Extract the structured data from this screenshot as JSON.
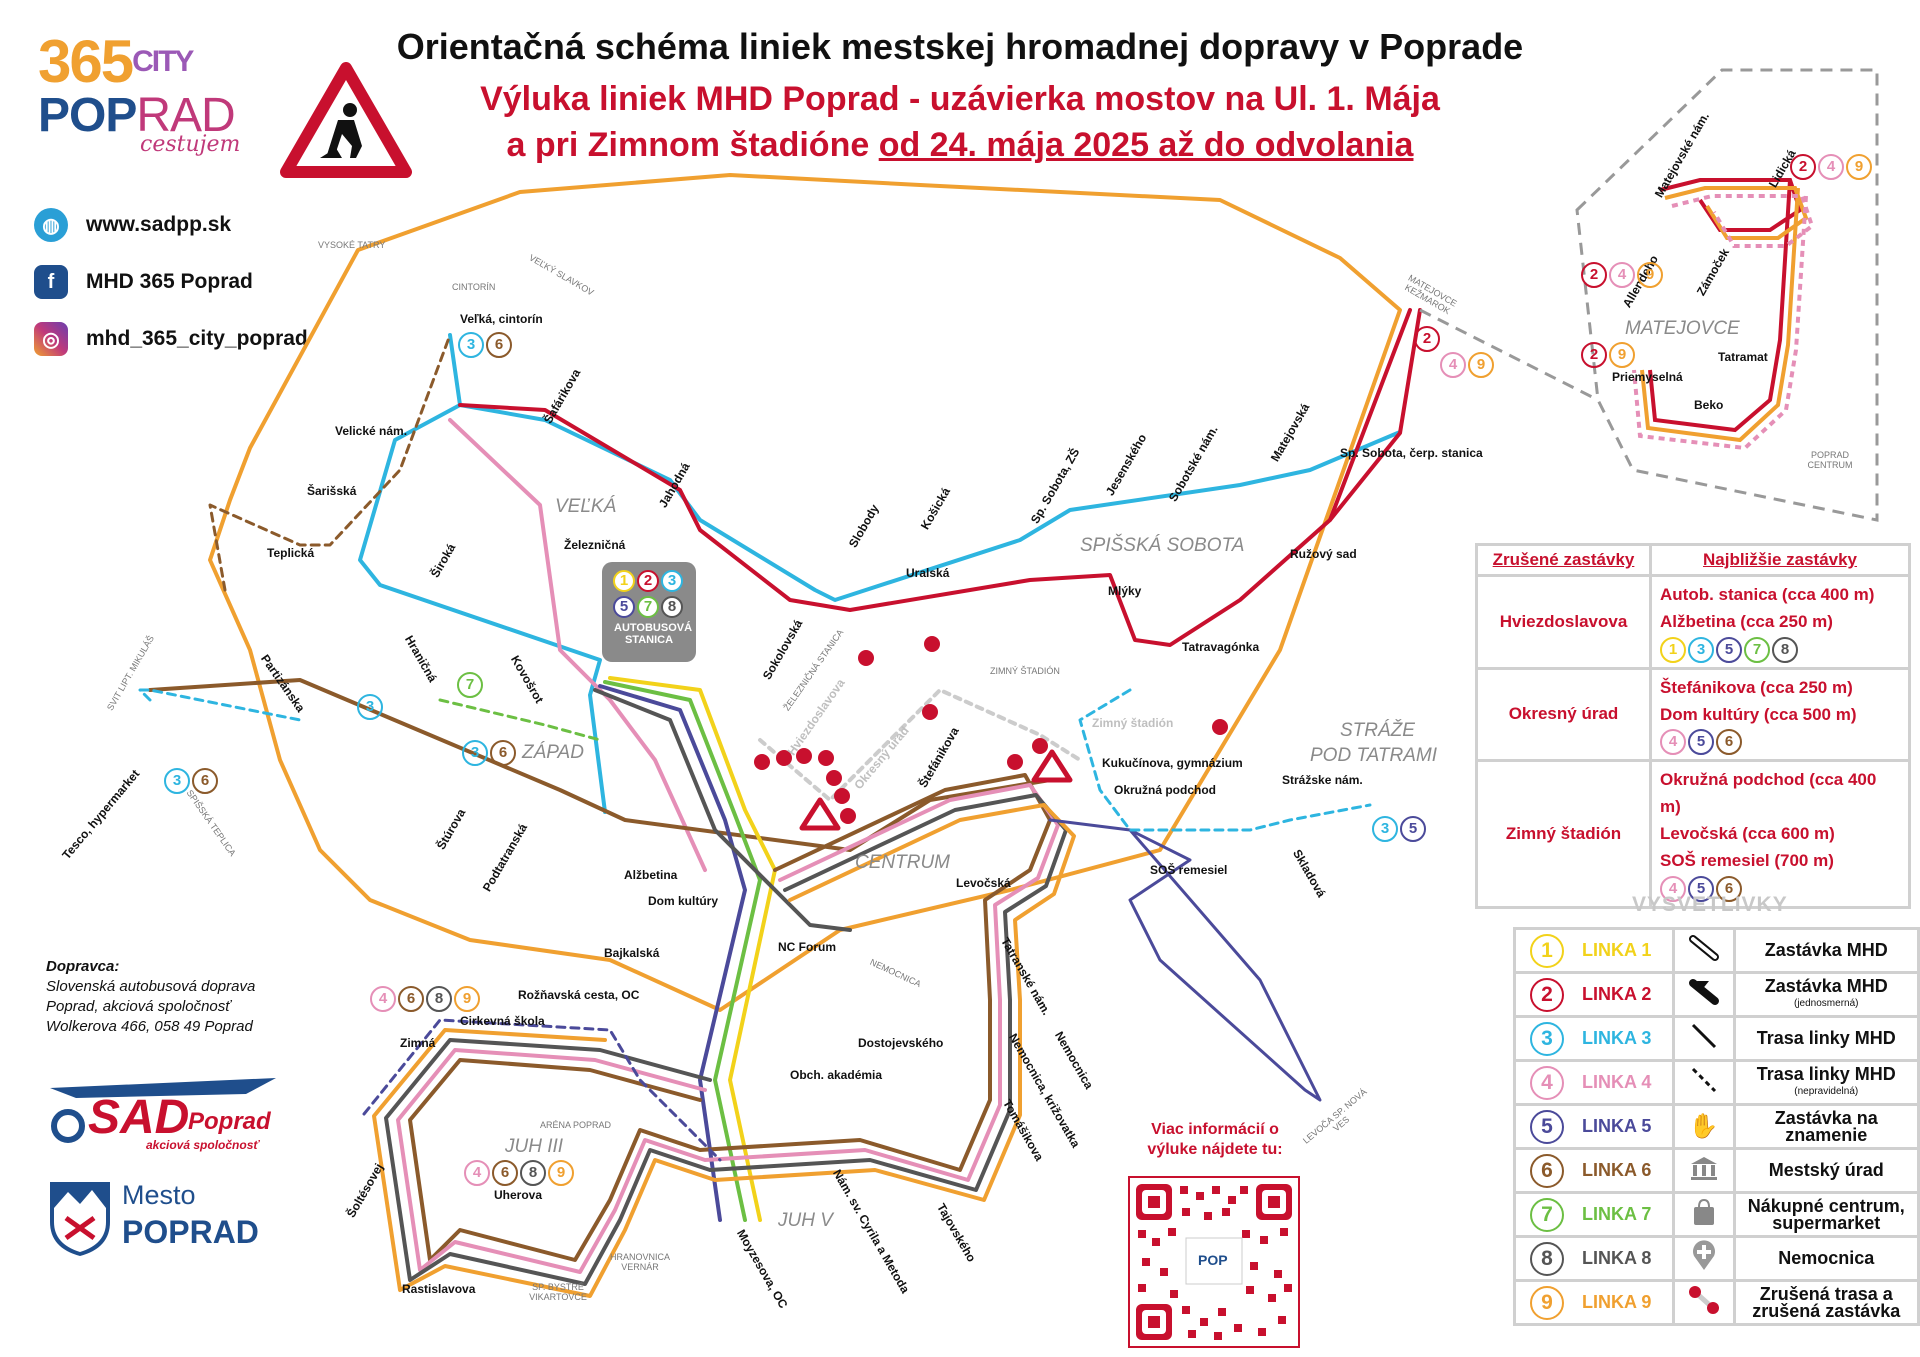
{
  "header": {
    "title": "Orientačná schéma liniek mestskej hromadnej dopravy v Poprade",
    "subtitle_line1": "Výluka liniek MHD Poprad - uzávierka mostov na Ul. 1. Mája",
    "subtitle_line2_prefix": "a pri Zimnom štadióne",
    "subtitle_line2_underlined": "od 24. mája 2025 až do odvolania"
  },
  "logo": {
    "num": "365",
    "city": "CITY",
    "pop": "POP",
    "rad": "RAD",
    "tagline": "cestujem"
  },
  "social": [
    {
      "icon": "globe-icon",
      "text": "www.sadpp.sk"
    },
    {
      "icon": "facebook-icon",
      "text": "MHD 365 Poprad"
    },
    {
      "icon": "instagram-icon",
      "text": "mhd_365_city_poprad"
    }
  ],
  "colors": {
    "line1": "#f2d21a",
    "line2": "#c8102e",
    "line3": "#2eb5e0",
    "line4": "#e58fb7",
    "line5": "#4b4a9a",
    "line6": "#8b5a2b",
    "line7": "#6cbf43",
    "line8": "#555555",
    "line9": "#f0a030",
    "cancelled": "#c8102e"
  },
  "map": {
    "areas": [
      "VEĽKÁ",
      "SPIŠSKÁ SOBOTA",
      "ZÁPAD",
      "CENTRUM",
      "JUH III",
      "JUH V",
      "MATEJOVCE",
      "STRÁŽE",
      "POD TATRAMI"
    ],
    "directions": [
      "VYSOKÉ TATRY",
      "VEĽKÝ SLAVKOV",
      "MATEJOVCE KEŽMAROK",
      "SVIT LIPT. MIKULÁŠ",
      "SPIŠSKÁ TEPLICA",
      "SP. BYSTRÉ VIKARTOVCE",
      "HRANOVNICA VERNÁR",
      "LEVOČA SP. NOVÁ VES",
      "POPRAD CENTRUM",
      "CINTORÍN",
      "ZIMNÝ ŠTADIÓN",
      "ŽELEZNIČNÁ STANICA",
      "NEMOCNICA",
      "ARÉNA POPRAD"
    ],
    "stops": [
      "Veľká, cintorín",
      "Šafárikova",
      "Jahodná",
      "Velické nám.",
      "Šarišská",
      "Teplická",
      "Široká",
      "Železničná",
      "Slobody",
      "Košická",
      "Sp. Sobota, ZŠ",
      "Jesenského",
      "Sobotské nám.",
      "Matejovská",
      "Sp. Sobota, čerp. stanica",
      "Uralská",
      "Ružový sad",
      "Mlýky",
      "Tatravagónka",
      "Sokolovská",
      "Partizánska",
      "Hraničná",
      "Kovošrot",
      "Tesco, hypermarket",
      "Štúrova",
      "Podtatranská",
      "Alžbetina",
      "Dom kultúry",
      "Štefánikova",
      "Kukučínova, gymnázium",
      "Okružná podchod",
      "Strážske nám.",
      "Skladová",
      "Levočská",
      "SOŠ remesiel",
      "NC Forum",
      "Bajkalská",
      "Tatranské nám.",
      "Nemocnica",
      "Dostojevského",
      "Obch. akadémia",
      "Nemocnica, križovatka",
      "Tomášikova",
      "Rožňavská cesta, OC",
      "Cirkevná škola",
      "Zimná",
      "Šoltésovej",
      "Uherova",
      "Rastislavova",
      "Nám. sv. Cyrila a Metoda",
      "Tajovského",
      "Moyzesova, OC",
      "Matejovské nám.",
      "Lidická",
      "Allendeho",
      "Zámoček",
      "Tatramat",
      "Priemyselná",
      "Beko"
    ],
    "cancelled_stops": [
      "Hviezdoslavova",
      "Okresný úrad",
      "Zimný štadión"
    ],
    "bus_station": {
      "label": "AUTOBUSOVÁ STANICA",
      "lines": [
        "1",
        "2",
        "3",
        "5",
        "7",
        "8"
      ]
    },
    "route_badges": [
      {
        "lines": [
          "3",
          "6"
        ]
      },
      {
        "lines": [
          "2",
          "4",
          "9"
        ]
      },
      {
        "lines": [
          "2",
          "4",
          "9"
        ]
      },
      {
        "lines": [
          "2",
          "9"
        ]
      },
      {
        "lines": [
          "3"
        ]
      },
      {
        "lines": [
          "7"
        ]
      },
      {
        "lines": [
          "3",
          "6"
        ]
      },
      {
        "lines": [
          "3",
          "6"
        ]
      },
      {
        "lines": [
          "3",
          "5"
        ]
      },
      {
        "lines": [
          "4",
          "6",
          "8",
          "9"
        ]
      },
      {
        "lines": [
          "4",
          "6",
          "8",
          "9"
        ]
      },
      {
        "lines": [
          "2",
          "4",
          "9"
        ]
      }
    ]
  },
  "cancellations": {
    "col_removed": "Zrušené zastávky",
    "col_nearest": "Najbližšie zastávky",
    "rows": [
      {
        "removed": "Hviezdoslavova",
        "alternatives": [
          "Autob. stanica (cca 400 m)",
          "Alžbetina (cca 250 m)"
        ],
        "lines": [
          "1",
          "3",
          "5",
          "7",
          "8"
        ]
      },
      {
        "removed": "Okresný úrad",
        "alternatives": [
          "Štefánikova (cca 250 m)",
          "Dom kultúry (cca 500 m)"
        ],
        "lines": [
          "4",
          "5",
          "6"
        ]
      },
      {
        "removed": "Zimný štadión",
        "alternatives": [
          "Okružná podchod (cca 400 m)",
          "Levočská (cca 600 m)",
          "SOŠ remesiel (700 m)"
        ],
        "lines": [
          "4",
          "5",
          "6"
        ]
      }
    ]
  },
  "legend": {
    "title": "VYSVETLIVKY",
    "lines": [
      {
        "num": "1",
        "label": "LINKA 1",
        "color": "#f2d21a"
      },
      {
        "num": "2",
        "label": "LINKA 2",
        "color": "#c8102e"
      },
      {
        "num": "3",
        "label": "LINKA 3",
        "color": "#2eb5e0"
      },
      {
        "num": "4",
        "label": "LINKA 4",
        "color": "#e58fb7"
      },
      {
        "num": "5",
        "label": "LINKA 5",
        "color": "#4b4a9a"
      },
      {
        "num": "6",
        "label": "LINKA 6",
        "color": "#8b5a2b"
      },
      {
        "num": "7",
        "label": "LINKA 7",
        "color": "#6cbf43"
      },
      {
        "num": "8",
        "label": "LINKA 8",
        "color": "#555555"
      },
      {
        "num": "9",
        "label": "LINKA 9",
        "color": "#f0a030"
      }
    ],
    "symbols": [
      {
        "icon": "stop-icon",
        "label": "Zastávka MHD",
        "note": ""
      },
      {
        "icon": "oneway-stop-icon",
        "label": "Zastávka MHD",
        "note": "(jednosmerná)"
      },
      {
        "icon": "route-icon",
        "label": "Trasa linky MHD",
        "note": ""
      },
      {
        "icon": "irregular-route-icon",
        "label": "Trasa linky MHD",
        "note": "(nepravidelná)"
      },
      {
        "icon": "hand-icon",
        "label": "Zastávka na znamenie",
        "note": ""
      },
      {
        "icon": "townhall-icon",
        "label": "Mestský úrad",
        "note": ""
      },
      {
        "icon": "shopping-bag-icon",
        "label": "Nákupné centrum, supermarket",
        "note": ""
      },
      {
        "icon": "hospital-icon",
        "label": "Nemocnica",
        "note": ""
      },
      {
        "icon": "cancelled-icon",
        "label": "Zrušená trasa a zrušená zastávka",
        "note": ""
      }
    ]
  },
  "provider": {
    "heading": "Dopravca:",
    "line1": "Slovenská autobusová doprava",
    "line2": "Poprad, akciová spoločnosť",
    "line3": "Wolkerova 466, 058 49 Poprad"
  },
  "sad_logo": {
    "main": "SAD",
    "city": "Poprad",
    "sub": "akciová spoločnosť"
  },
  "mesto_logo": {
    "line1": "Mesto",
    "line2": "POPRAD"
  },
  "qr": {
    "text": "Viac informácií o výluke nájdete tu:",
    "inner": "POP"
  }
}
